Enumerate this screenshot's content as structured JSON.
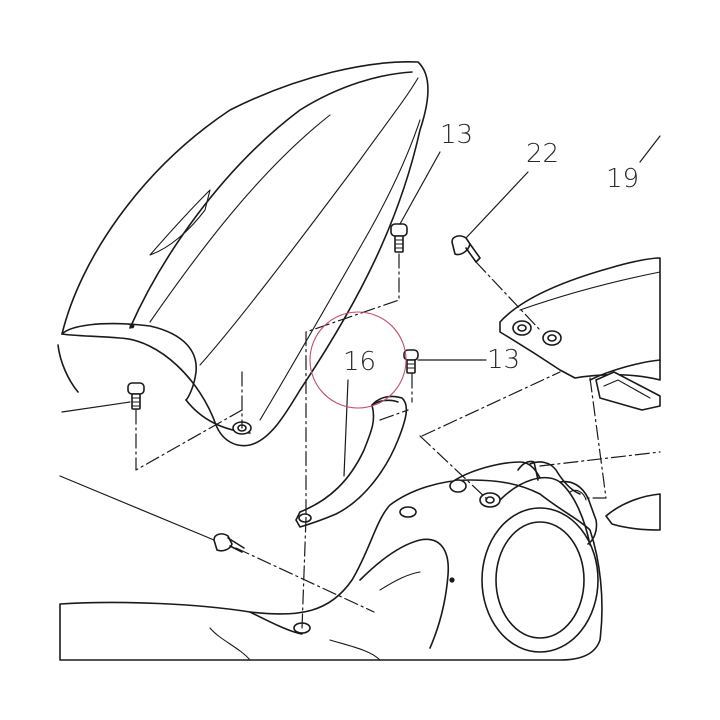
{
  "callouts": {
    "part_13_upper": "13",
    "part_22": "22",
    "part_19": "19",
    "part_16": "16",
    "part_13_lower": "13"
  },
  "colors": {
    "line": "#1a1a1a",
    "fill": "#ffffff",
    "highlight_circle": "#c0506a"
  }
}
